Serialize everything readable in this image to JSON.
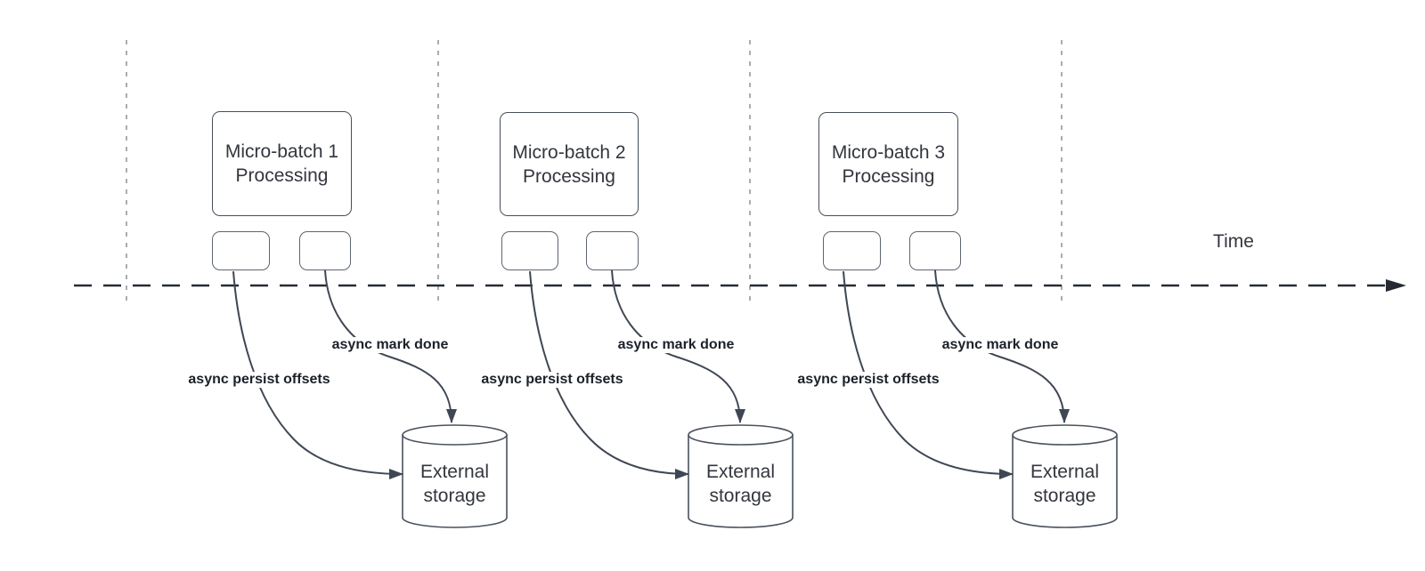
{
  "colors": {
    "background": "#ffffff",
    "box_stroke": "#474f5c",
    "port_stroke": "#5d6570",
    "cylinder_stroke": "#4a525e",
    "arrow": "#3f4754",
    "timeline": "#262b33",
    "guide": "#a9adb2",
    "text": "#33363d",
    "label_text": "#1b2129"
  },
  "time_axis": {
    "label": "Time"
  },
  "groups": [
    {
      "title_line1": "Micro-batch 1",
      "title_line2": "Processing",
      "persist_label": "async persist offsets",
      "mark_done_label": "async mark done",
      "storage_line1": "External",
      "storage_line2": "storage"
    },
    {
      "title_line1": "Micro-batch 2",
      "title_line2": "Processing",
      "persist_label": "async persist offsets",
      "mark_done_label": "async mark done",
      "storage_line1": "External",
      "storage_line2": "storage"
    },
    {
      "title_line1": "Micro-batch 3",
      "title_line2": "Processing",
      "persist_label": "async persist offsets",
      "mark_done_label": "async mark done",
      "storage_line1": "External",
      "storage_line2": "storage"
    }
  ]
}
